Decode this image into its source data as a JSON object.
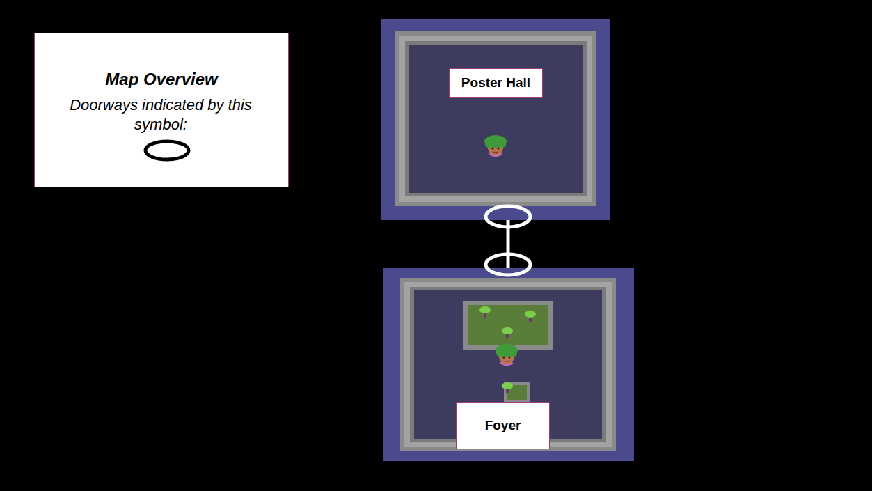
{
  "diagram": {
    "nodes": [
      {
        "text": [
          "Map Overview",
          "Doorways indicated by this symbol:"
        ]
      },
      {
        "text": [
          "Poster Hall"
        ]
      },
      {
        "text": [
          "Foyer"
        ]
      }
    ],
    "edges": [
      {
        "from": 1,
        "to": 2,
        "arrow": "none"
      }
    ]
  }
}
